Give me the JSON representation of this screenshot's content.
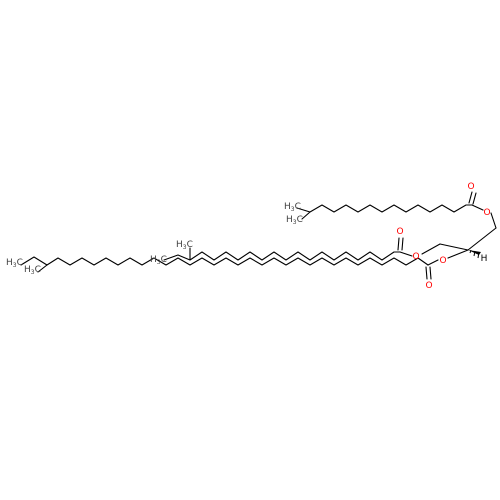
{
  "atoms": {
    "oxygen": "O",
    "hydrogen": "H",
    "carbon": "C",
    "methyl_sub": "3"
  },
  "colors": {
    "bond": "#000000",
    "oxygen": "#ff0000",
    "carbon_label": "#404040",
    "background": "#ffffff"
  }
}
